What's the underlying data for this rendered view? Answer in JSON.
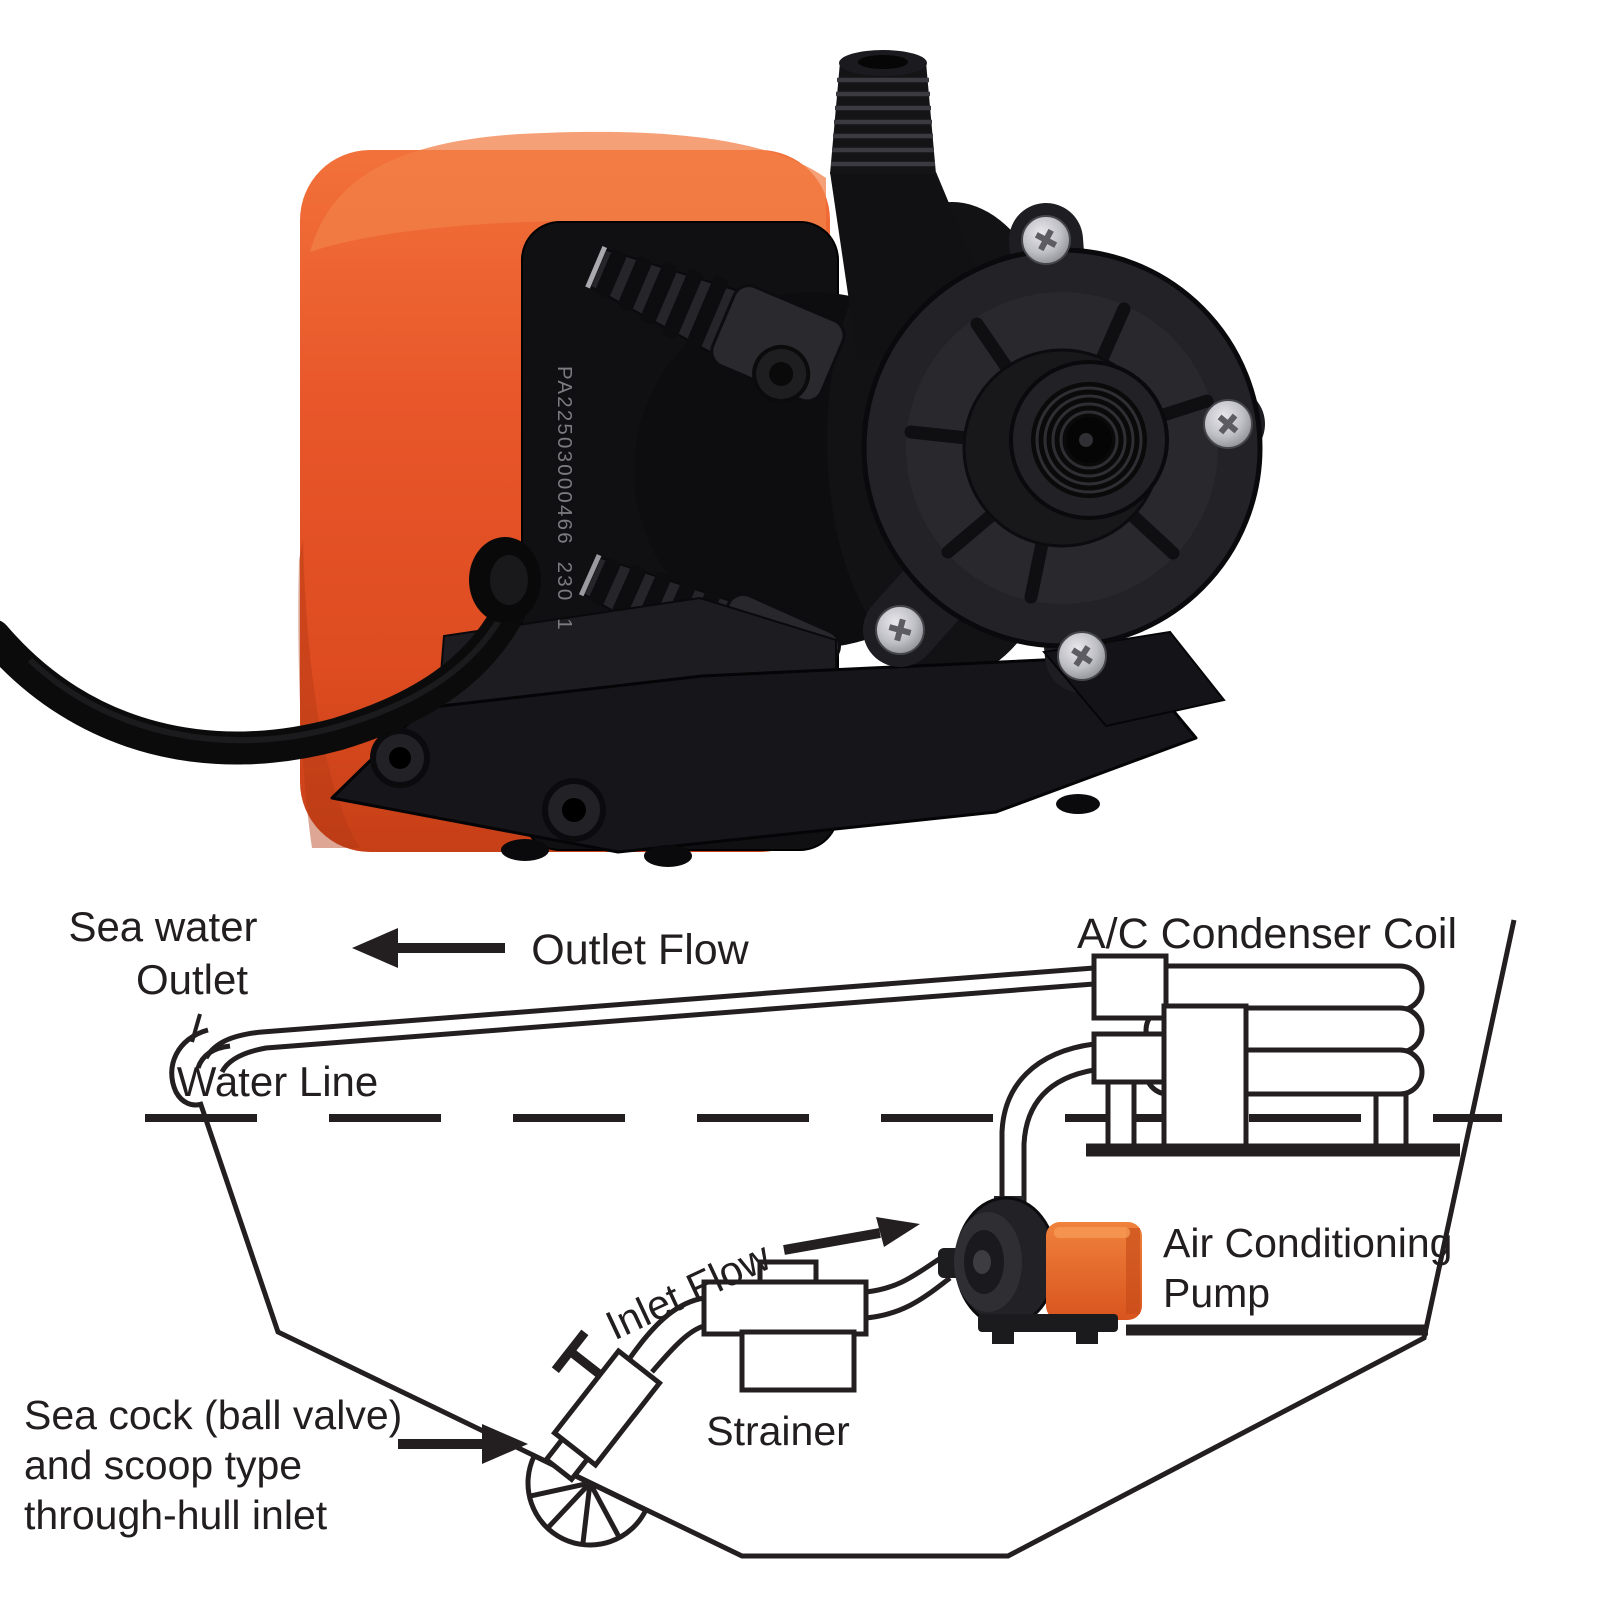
{
  "product_photo": {
    "serial_label": "PA22503000466  230  1",
    "housing_color": "#e6521f",
    "body_color": "#1b1b1e"
  },
  "diagram": {
    "line_color": "#231f20",
    "pump_orange": "#e87330",
    "labels": {
      "sea_water_outlet_line1": "Sea water",
      "sea_water_outlet_line2": "Outlet",
      "outlet_flow": "Outlet Flow",
      "condenser_coil": "A/C Condenser Coil",
      "water_line": "Water Line",
      "inlet_flow": "Inlet Flow",
      "air_conditioning_pump_line1": "Air Conditioning",
      "air_conditioning_pump_line2": "Pump",
      "strainer": "Strainer",
      "sea_cock_line1": "Sea cock (ball valve)",
      "sea_cock_line2": "and scoop type",
      "sea_cock_line3": "through-hull inlet"
    }
  }
}
